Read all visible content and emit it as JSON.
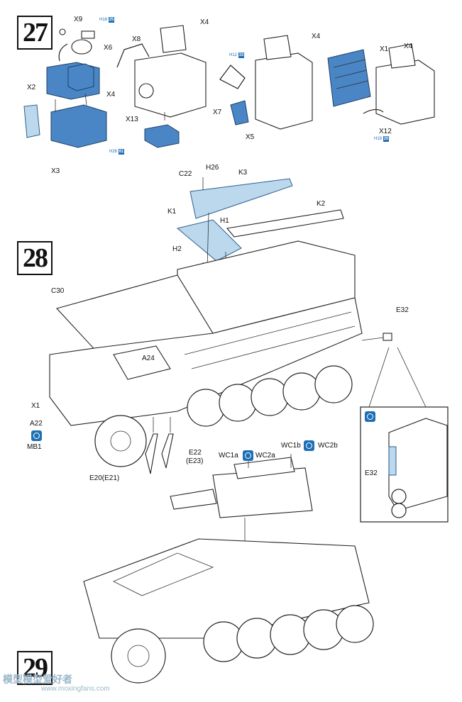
{
  "steps": [
    {
      "number": "27"
    },
    {
      "number": "28"
    },
    {
      "number": "29"
    }
  ],
  "step27": {
    "labels": [
      "X9",
      "X6",
      "X8",
      "X4",
      "X4",
      "X4",
      "X1",
      "X2",
      "X4",
      "X13",
      "X7",
      "X5",
      "X12",
      "X3"
    ],
    "refs": [
      {
        "prefix": "H",
        "ref": "18",
        "box": "25"
      },
      {
        "prefix": "H",
        "ref": "12",
        "box": "33"
      },
      {
        "prefix": "H",
        "ref": "26",
        "box": "61"
      },
      {
        "prefix": "H",
        "ref": "19",
        "box": "20"
      }
    ]
  },
  "step28": {
    "labels": [
      "C22",
      "H26",
      "K3",
      "K2",
      "K1",
      "H1",
      "H2",
      "C30",
      "E32",
      "A24",
      "X1",
      "A22",
      "MB1",
      "E22",
      "(E23)",
      "E20(E21)",
      "E32"
    ]
  },
  "step29": {
    "labels": [
      "WC1a",
      "WC2a",
      "WC1b",
      "WC2b"
    ]
  },
  "watermark": {
    "text": "模型模型爱好者",
    "url": "www.moxingfans.com"
  },
  "colors": {
    "highlight": "#4a86c6",
    "highlight_light": "#bcd8ec",
    "option_icon": "#1f6fb5"
  }
}
